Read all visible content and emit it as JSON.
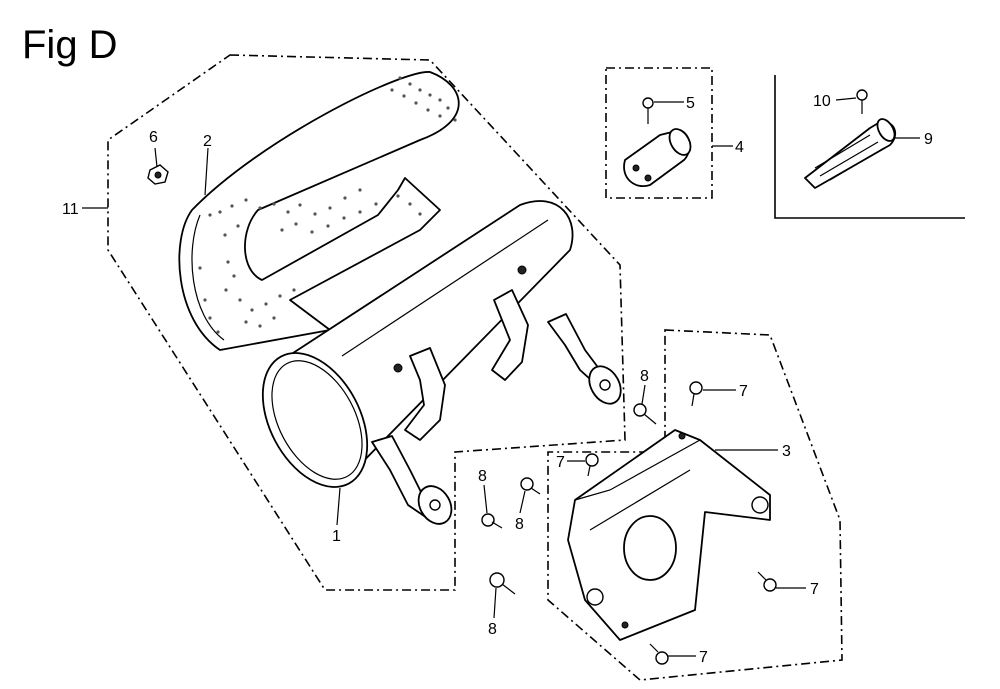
{
  "figure": {
    "title": "Fig D"
  },
  "callouts": [
    {
      "id": "c1",
      "text": "1"
    },
    {
      "id": "c2",
      "text": "2"
    },
    {
      "id": "c3",
      "text": "3"
    },
    {
      "id": "c4",
      "text": "4"
    },
    {
      "id": "c5",
      "text": "5"
    },
    {
      "id": "c6",
      "text": "6"
    },
    {
      "id": "c7a",
      "text": "7"
    },
    {
      "id": "c7b",
      "text": "7"
    },
    {
      "id": "c7c",
      "text": "7"
    },
    {
      "id": "c7d",
      "text": "7"
    },
    {
      "id": "c8a",
      "text": "8"
    },
    {
      "id": "c8b",
      "text": "8"
    },
    {
      "id": "c8c",
      "text": "8"
    },
    {
      "id": "c8d",
      "text": "8"
    },
    {
      "id": "c9",
      "text": "9"
    },
    {
      "id": "c10",
      "text": "10"
    },
    {
      "id": "c11",
      "text": "11"
    }
  ]
}
